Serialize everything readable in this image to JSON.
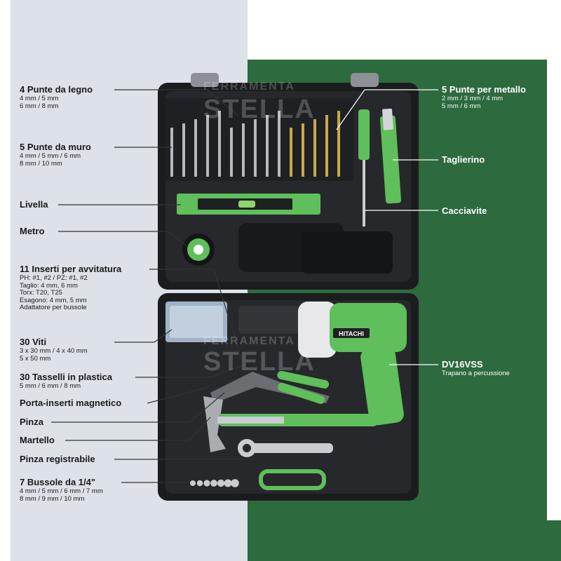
{
  "left_labels": [
    {
      "title": "4 Punte da legno",
      "sub": [
        "4 mm / 5 mm",
        "6 mm / 8 mm"
      ]
    },
    {
      "title": "5 Punte da muro",
      "sub": [
        "4 mm / 5 mm / 6 mm",
        "8 mm / 10 mm"
      ]
    },
    {
      "title": "Livella",
      "sub": []
    },
    {
      "title": "Metro",
      "sub": []
    },
    {
      "title": "11 Inserti per avvitatura",
      "sub": [
        "PH: #1, #2 / PZ: #1, #2",
        "Taglio: 4 mm, 6 mm",
        "Torx: T20, T25",
        "Esagono: 4 mm, 5 mm",
        "Adattatore per bussole"
      ]
    },
    {
      "title": "30 Viti",
      "sub": [
        "3 x 30 mm / 4 x 40 mm",
        "5 x 50 mm"
      ]
    },
    {
      "title": "30 Tasselli in plastica",
      "sub": [
        "5 mm / 6 mm / 8 mm"
      ]
    },
    {
      "title": "Porta-inserti magnetico",
      "sub": []
    },
    {
      "title": "Pinza",
      "sub": []
    },
    {
      "title": "Martello",
      "sub": []
    },
    {
      "title": "Pinza registrabile",
      "sub": []
    },
    {
      "title": "7 Bussole da 1/4\"",
      "sub": [
        "4 mm / 5 mm / 6 mm / 7 mm",
        "8 mm / 9 mm / 10 mm"
      ]
    }
  ],
  "right_labels": [
    {
      "title": "5 Punte per metallo",
      "sub": [
        "2 mm / 3 mm / 4 mm",
        "5 mm / 6 mm"
      ]
    },
    {
      "title": "Taglierino",
      "sub": []
    },
    {
      "title": "Cacciavite",
      "sub": []
    },
    {
      "title": "DV16VSS",
      "sub": [
        "Trapano a percussione"
      ]
    }
  ],
  "watermark": {
    "line1": "FERRAMENTA",
    "line2": "STELLA"
  },
  "drill_brand": "HITACHI",
  "colors": {
    "accent_green": "#5fbf5a",
    "case_black": "#1b1c1e",
    "bg_green": "#2d6a3d",
    "bg_grey": "#dde1e8"
  }
}
